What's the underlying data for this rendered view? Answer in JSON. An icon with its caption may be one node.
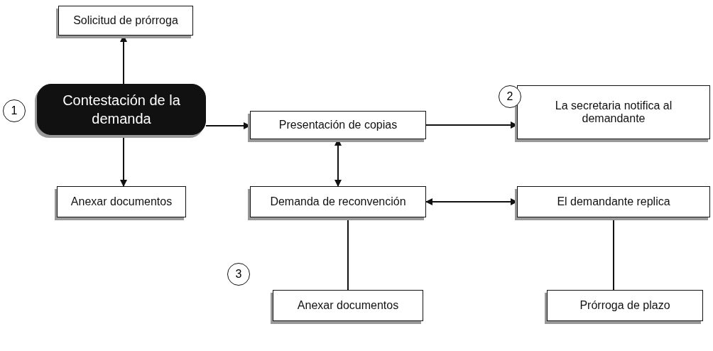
{
  "diagram": {
    "nodes": [
      {
        "text": [
          "Solicitud de prórroga"
        ]
      },
      {
        "text": [
          "Contestación de la demanda"
        ]
      },
      {
        "text": [
          "Presentación de copias"
        ]
      },
      {
        "text": [
          "La secretaria notifica al demandante"
        ]
      },
      {
        "text": [
          "Anexar documentos"
        ]
      },
      {
        "text": [
          "Demanda de reconvención"
        ]
      },
      {
        "text": [
          "El demandante replica"
        ]
      },
      {
        "text": [
          "Anexar documentos"
        ]
      },
      {
        "text": [
          "Prórroga de plazo"
        ]
      }
    ],
    "edges": [
      {
        "from": 1,
        "to": 0,
        "arrow": "to"
      },
      {
        "from": 1,
        "to": 2,
        "arrow": "to"
      },
      {
        "from": 1,
        "to": 4,
        "arrow": "to"
      },
      {
        "from": 2,
        "to": 3,
        "arrow": "to"
      },
      {
        "from": 5,
        "to": 2,
        "arrow": "both"
      },
      {
        "from": 5,
        "to": 6,
        "arrow": "both"
      },
      {
        "from": 5,
        "to": 7,
        "arrow": "none"
      },
      {
        "from": 6,
        "to": 8,
        "arrow": "none"
      }
    ],
    "labels": [
      "1",
      "2",
      "3"
    ]
  }
}
